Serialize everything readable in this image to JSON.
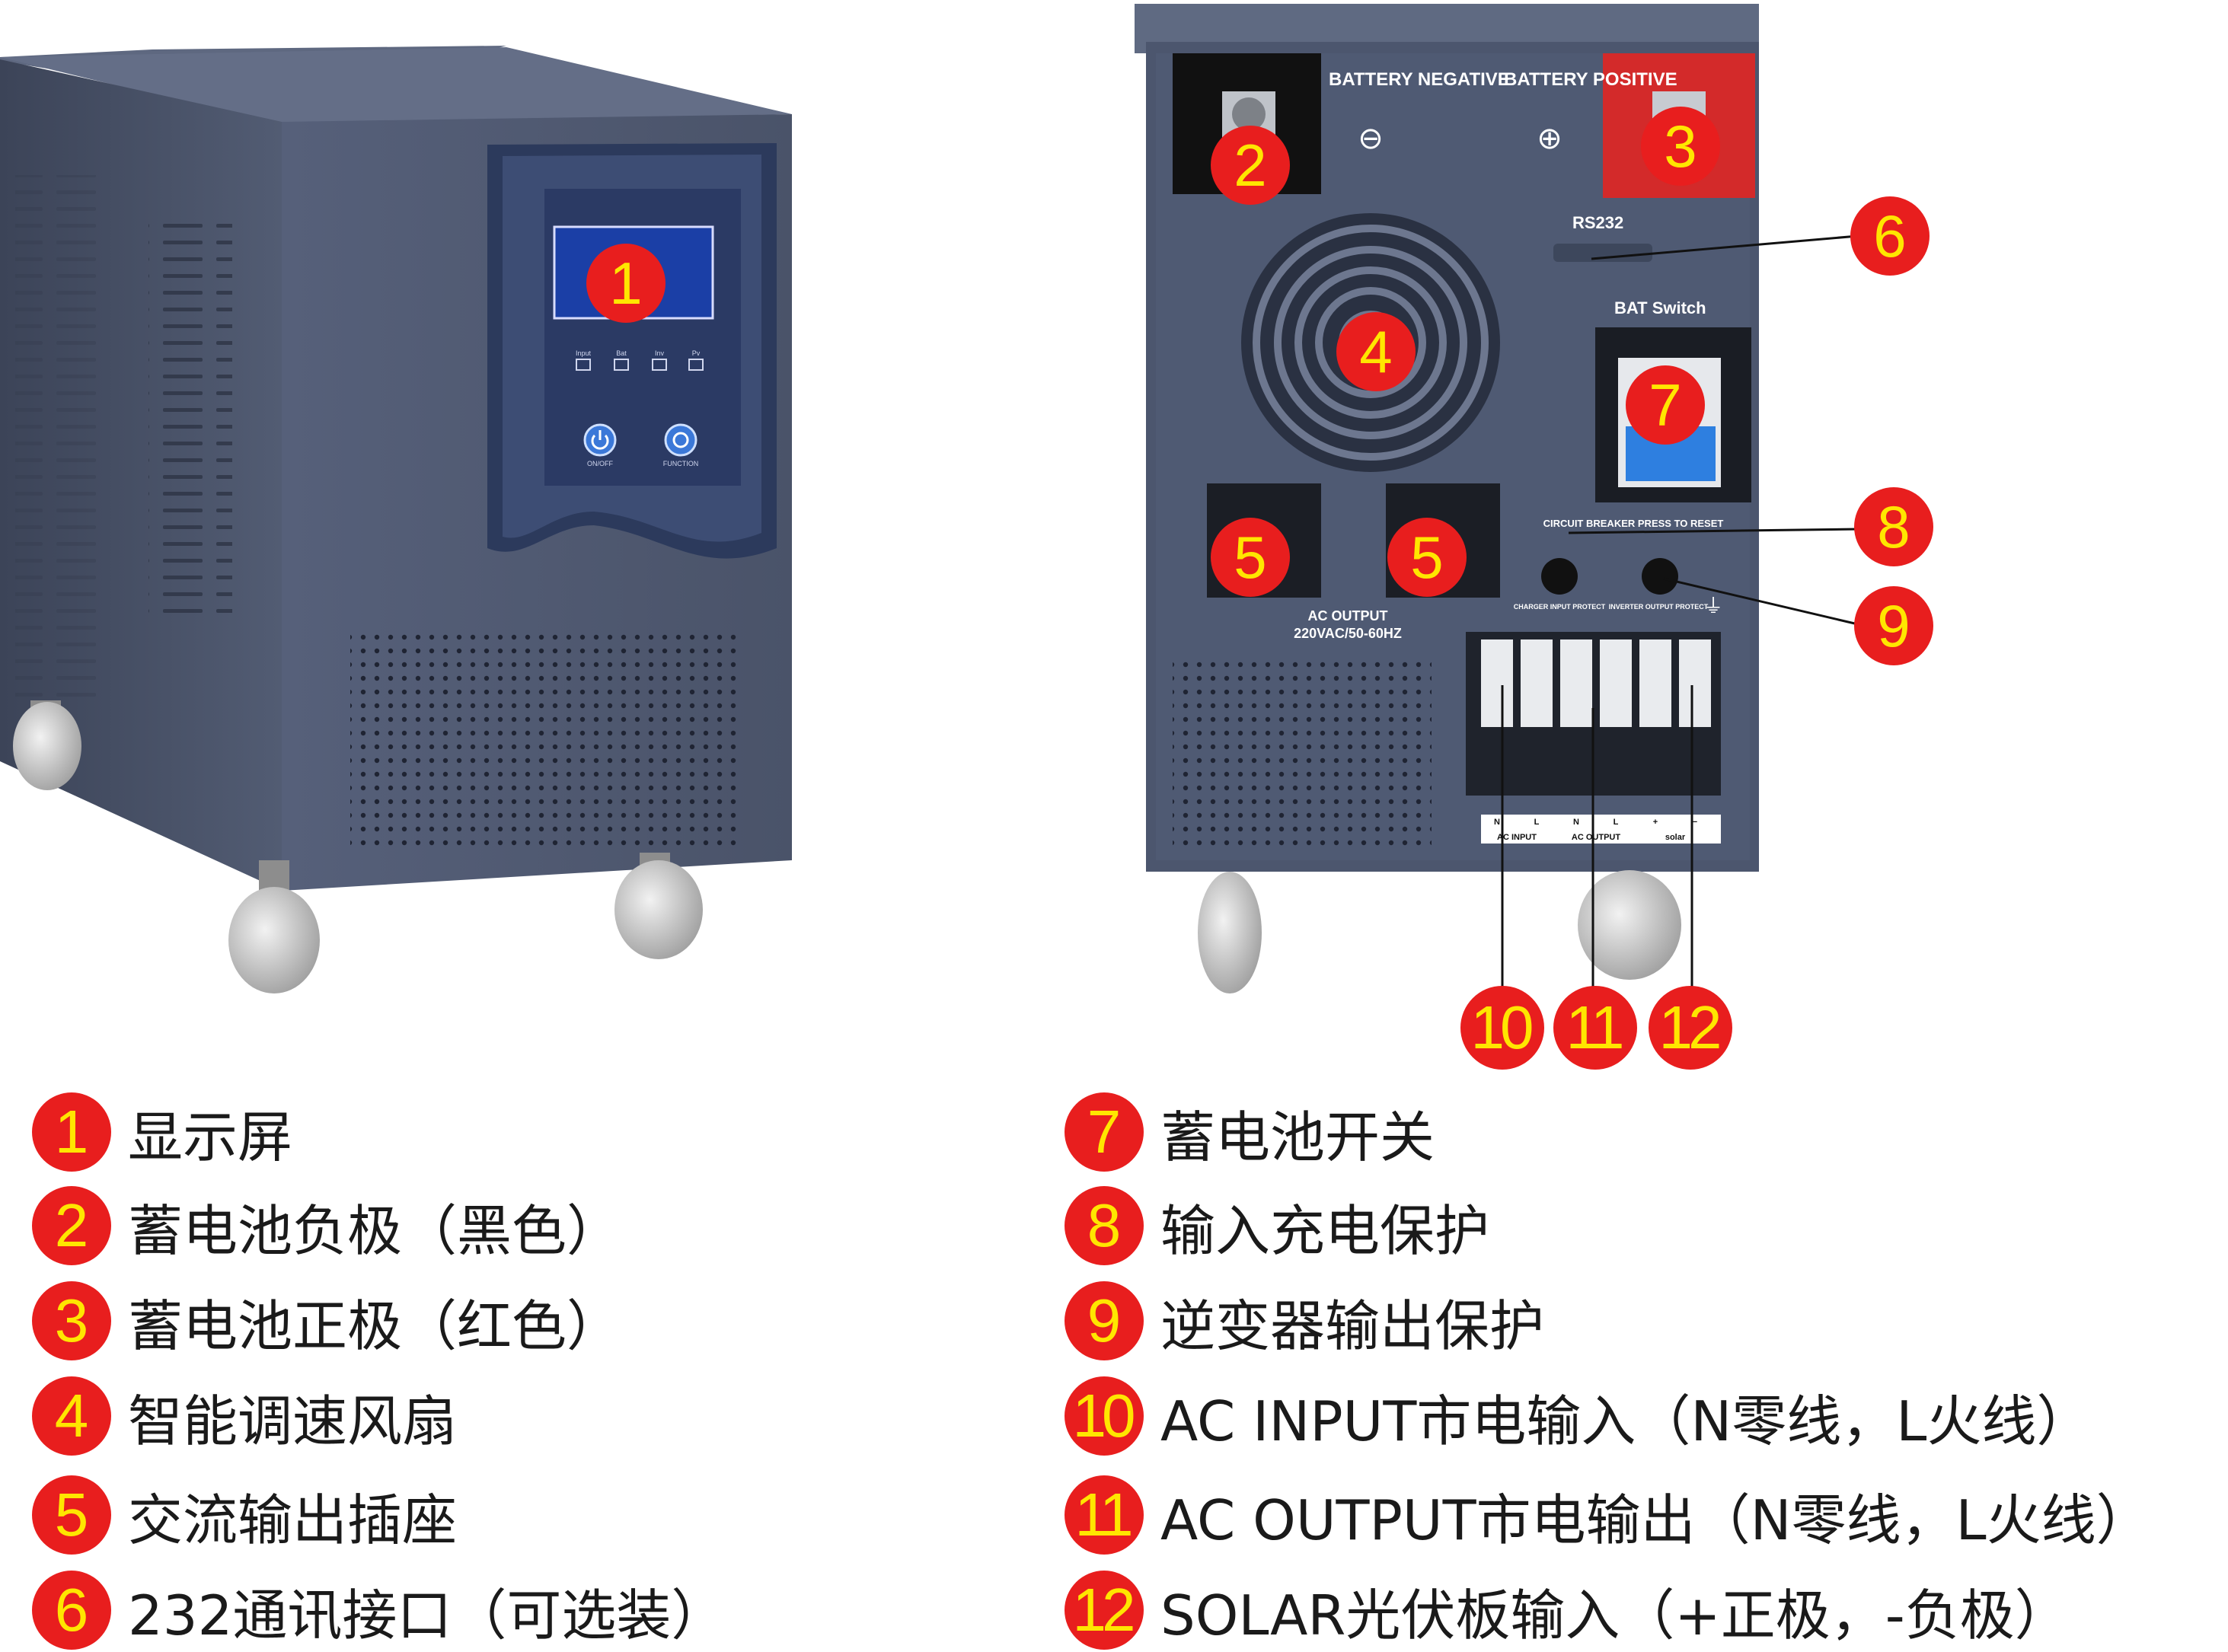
{
  "front_panel": {
    "indicators": [
      "Input",
      "Bat",
      "Inv",
      "Pv"
    ],
    "on_off_label": "ON/OFF",
    "function_label": "FUNCTION"
  },
  "rear_panel": {
    "battery_negative": "BATTERY NEGATIVE",
    "battery_positive": "BATTERY POSITIVE",
    "rs232": "RS232",
    "bat_switch": "BAT  Switch",
    "circuit_breaker": "CIRCUIT BREAKER PRESS TO RESET",
    "charger_input_protect": "CHARGER INPUT PROTECT",
    "inverter_output_protect": "INVERTER OUTPUT PROTECT",
    "ac_output_line1": "AC OUTPUT",
    "ac_output_line2": "220VAC/50-60HZ",
    "terminal_pins": [
      "N",
      "L",
      "N",
      "L",
      "+",
      "−"
    ],
    "terminal_groups": [
      "AC INPUT",
      "AC OUTPUT",
      "solar"
    ]
  },
  "callouts": [
    "1",
    "2",
    "3",
    "4",
    "5",
    "5",
    "6",
    "7",
    "8",
    "9",
    "10",
    "11",
    "12"
  ],
  "legend_left": [
    {
      "num": "1",
      "text": "显示屏"
    },
    {
      "num": "2",
      "text": "蓄电池负极（黑色）"
    },
    {
      "num": "3",
      "text": "蓄电池正极（红色）"
    },
    {
      "num": "4",
      "text": "智能调速风扇"
    },
    {
      "num": "5",
      "text": "交流输出插座"
    },
    {
      "num": "6",
      "text": "232通讯接口（可选装）"
    }
  ],
  "legend_right": [
    {
      "num": "7",
      "text": "蓄电池开关"
    },
    {
      "num": "8",
      "text": "输入充电保护"
    },
    {
      "num": "9",
      "text": "逆变器输出保护"
    },
    {
      "num": "10",
      "text": "AC INPUT市电输入（N零线，L火线）"
    },
    {
      "num": "11",
      "text": "AC OUTPUT市电输出（N零线，L火线）"
    },
    {
      "num": "12",
      "text": "SOLAR光伏板输入（+正极，-负极）"
    }
  ],
  "colors": {
    "badge": "#e81e1e",
    "badge_text": "#ffe600",
    "device_body": "#4a5368"
  }
}
